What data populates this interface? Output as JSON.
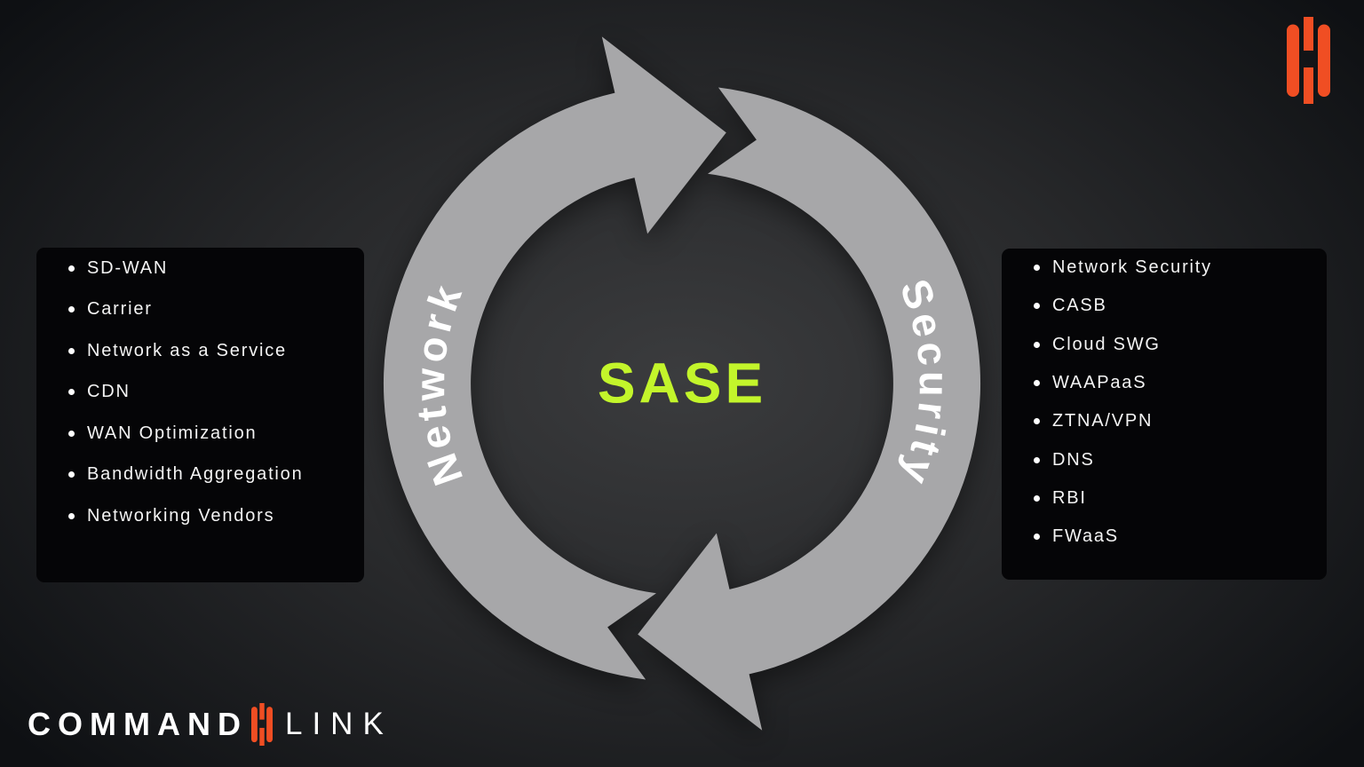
{
  "colors": {
    "background_center": "#3b3c3e",
    "background_edge": "#0e1013",
    "arrow_gray": "#a7a7a9",
    "sase_green": "#c3f52b",
    "box_black": "#050507",
    "text_white": "#f4f4f4",
    "brand_orange": "#f04e23"
  },
  "center": {
    "title": "SASE"
  },
  "cycle": {
    "network_label": "Network",
    "security_label": "Security"
  },
  "network_box": {
    "items": [
      "SD-WAN",
      "Carrier",
      "Network as a Service",
      "CDN",
      "WAN Optimization",
      "Bandwidth Aggregation",
      "Networking Vendors"
    ]
  },
  "security_box": {
    "items": [
      "Network Security",
      "CASB",
      "Cloud SWG",
      "WAAPaaS",
      "ZTNA/VPN",
      "DNS",
      "RBI",
      "FWaaS"
    ]
  },
  "brand": {
    "command": "COMMAND",
    "link": "LINK",
    "icon": "commandlink-h-icon"
  }
}
